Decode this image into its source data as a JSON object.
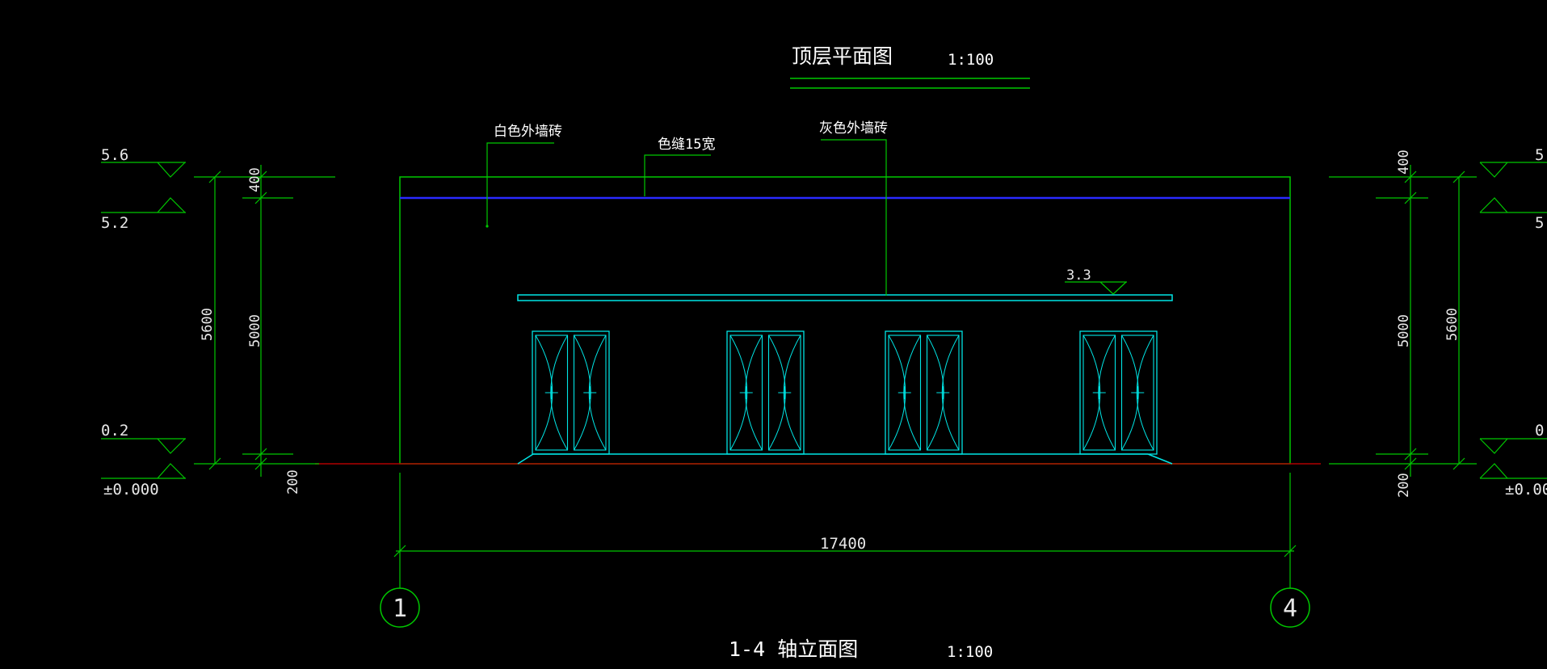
{
  "drawing": {
    "top_title": "顶层平面图",
    "top_scale": "1:100",
    "bottom_title": "1-4 轴立面图",
    "bottom_scale": "1:100"
  },
  "annotations": {
    "white_brick": "白色外墙砖",
    "color_joint": "色缝15宽",
    "gray_brick": "灰色外墙砖",
    "canopy_level": "3.3"
  },
  "levels_left": {
    "l56": "5.6",
    "l52": "5.2",
    "l02": "0.2",
    "l00": "±0.000"
  },
  "levels_right": {
    "l56": "5",
    "l52": "5",
    "l02": "0",
    "l00": "±0.00"
  },
  "dims_left": {
    "d400": "400",
    "d5000": "5000",
    "d5600": "5600",
    "d200": "200"
  },
  "dims_right": {
    "d400": "400",
    "d5000": "5000",
    "d5600": "5600",
    "d200": "200"
  },
  "overall_width": "17400",
  "axes": {
    "left": "1",
    "right": "4"
  },
  "colors": {
    "background": "#000000",
    "dimension_green": "#00c800",
    "outline_cyan": "#00e5e5",
    "parapet_blue": "#2a2aff",
    "ground_red": "#b00000",
    "text": "#ffffff"
  }
}
